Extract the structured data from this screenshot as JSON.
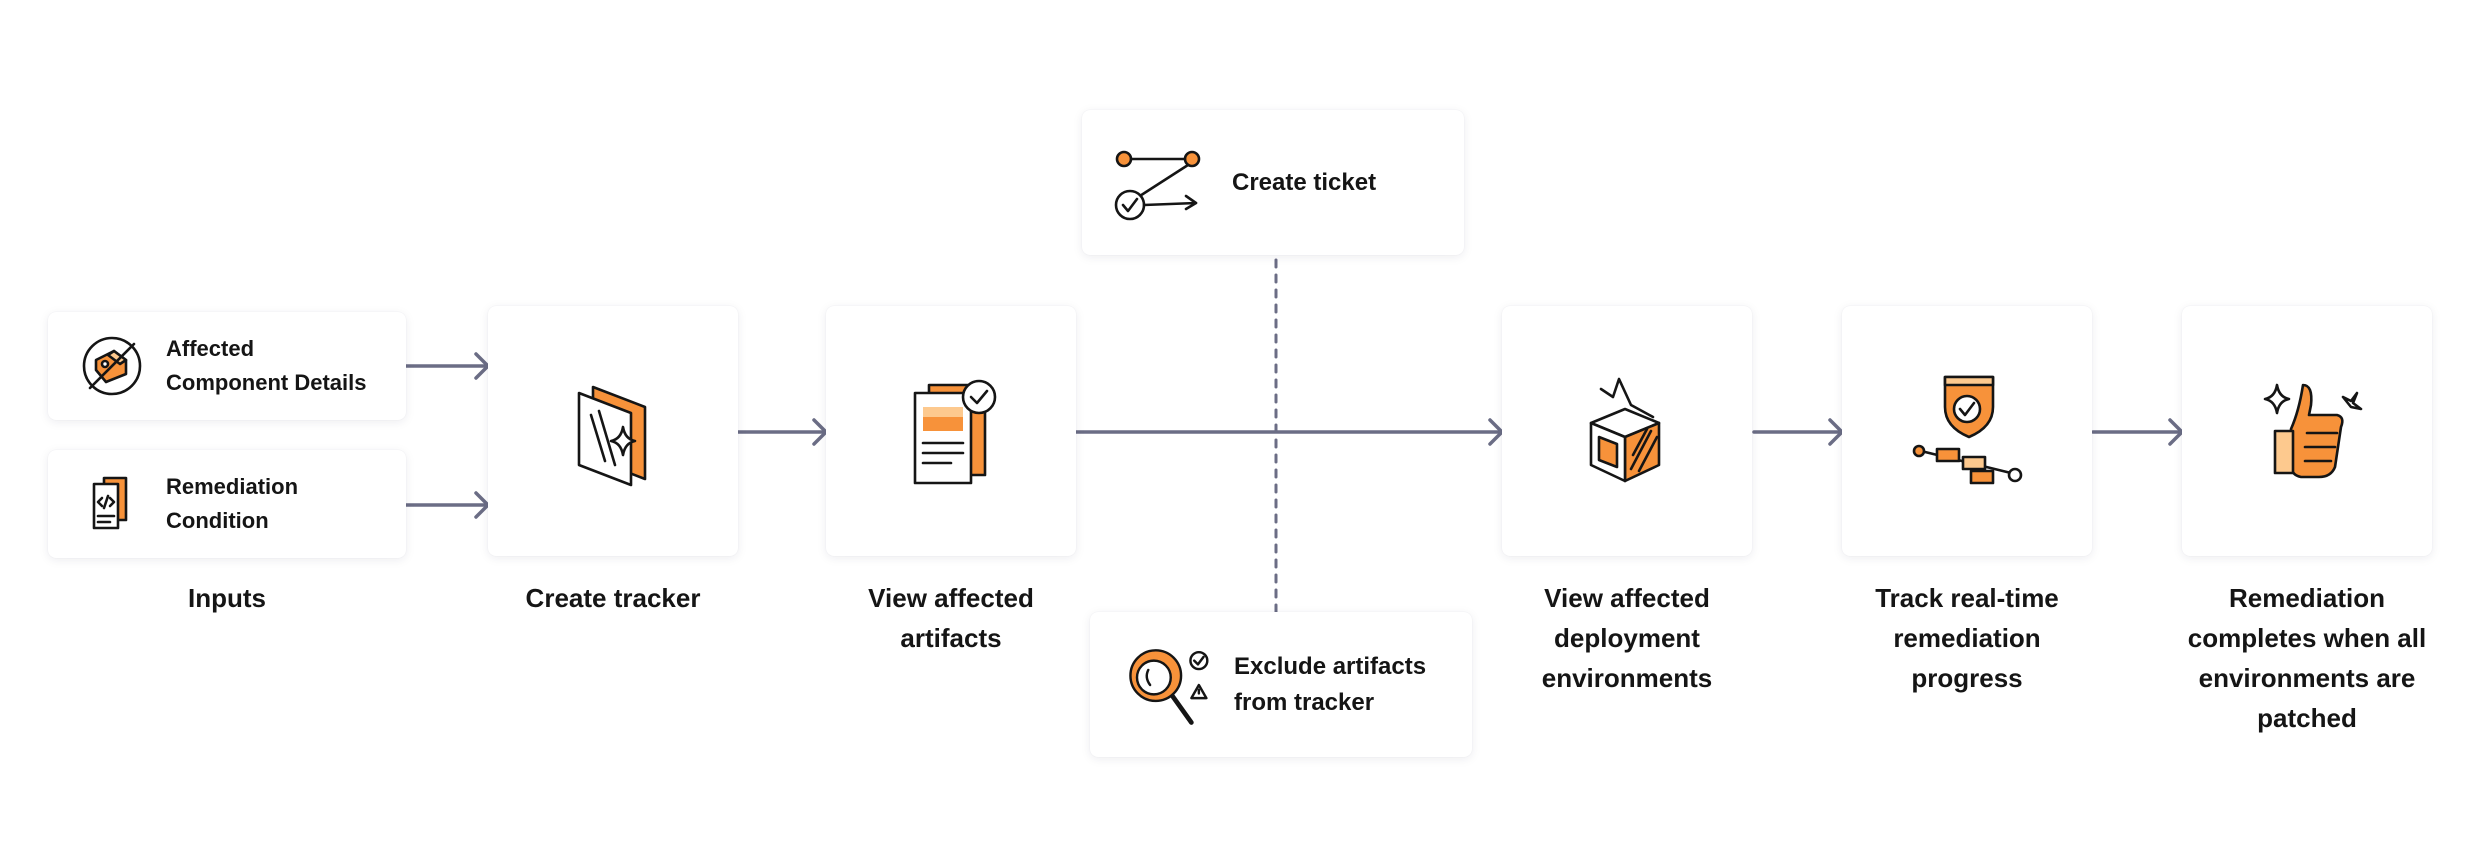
{
  "colors": {
    "accent": "#F7923A",
    "accent_light": "#FDC98E",
    "connector": "#6B6D85",
    "text": "#151515"
  },
  "inputs": {
    "caption": "Inputs",
    "affected": {
      "line1": "Affected",
      "line2": "Component Details",
      "icon": "tag-cross-icon"
    },
    "remediation": {
      "line1": "Remediation",
      "line2": "Condition",
      "icon": "code-document-icon"
    }
  },
  "steps": {
    "create_tracker": {
      "caption": "Create tracker",
      "icon": "window-sparkle-icon"
    },
    "view_artifacts": {
      "line1": "View affected",
      "line2": "artifacts",
      "icon": "document-check-icon"
    },
    "view_envs": {
      "line1": "View affected",
      "line2": "deployment",
      "line3": "environments",
      "icon": "cube-icon"
    },
    "track": {
      "line1": "Track real-time",
      "line2": "remediation",
      "line3": "progress",
      "icon": "shield-timeline-icon"
    },
    "complete": {
      "line1": "Remediation",
      "line2": "completes when all",
      "line3": "environments are",
      "line4": "patched",
      "icon": "thumbs-up-sparkle-icon"
    }
  },
  "branches": {
    "ticket": {
      "label": "Create ticket",
      "icon": "path-check-icon"
    },
    "exclude": {
      "line1": "Exclude artifacts",
      "line2": "from tracker",
      "icon": "magnifier-alert-icon"
    }
  }
}
